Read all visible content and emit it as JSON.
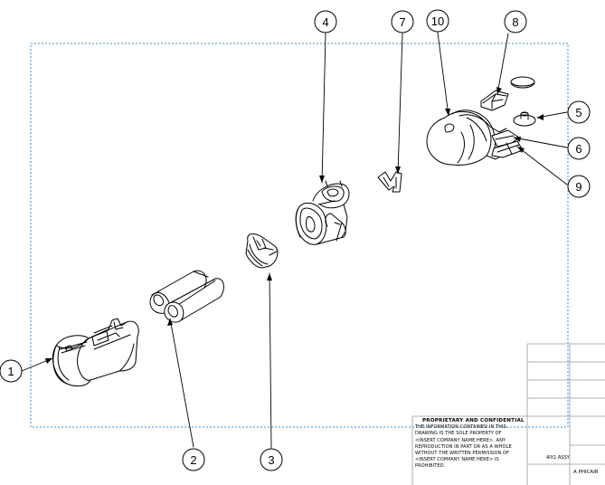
{
  "balloons": [
    {
      "id": "1",
      "label": "1"
    },
    {
      "id": "2",
      "label": "2"
    },
    {
      "id": "3",
      "label": "3"
    },
    {
      "id": "4",
      "label": "4"
    },
    {
      "id": "5",
      "label": "5"
    },
    {
      "id": "6",
      "label": "6"
    },
    {
      "id": "7",
      "label": "7"
    },
    {
      "id": "8",
      "label": "8"
    },
    {
      "id": "9",
      "label": "9"
    },
    {
      "id": "10",
      "label": "10"
    }
  ],
  "title_block": {
    "note_heading": "PROPRIETARY AND CONFIDENTIAL",
    "note_lines": [
      "THE INFORMATION CONTAINED IN THIS",
      "DRAWING IS THE SOLE PROPERTY OF",
      "<INSERT COMPANY NAME HERE>. ANY",
      "REPRODUCTION IN PART OR AS A WHOLE",
      "WITHOUT THE WRITTEN PERMISSION OF",
      "<INSERT COMPANY NAME HERE> IS",
      "PROHIBITED."
    ],
    "assembly_name": "4IX1 ASSY",
    "company": "A PHICAIR"
  },
  "colors": {
    "border": "#3a8fd6",
    "line": "#000000",
    "paper": "#ffffff"
  }
}
